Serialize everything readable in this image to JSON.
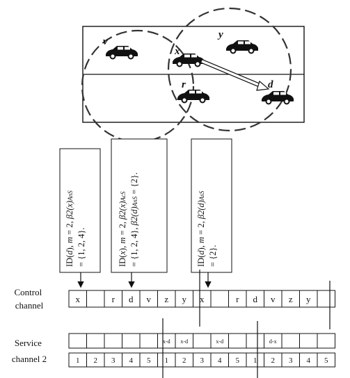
{
  "vehicles": [
    {
      "id": "v",
      "label": "v"
    },
    {
      "id": "x",
      "label": "x"
    },
    {
      "id": "y",
      "label": "y"
    },
    {
      "id": "r",
      "label": "r"
    },
    {
      "id": "d",
      "label": "d"
    }
  ],
  "notes": [
    {
      "id": "note1",
      "parts": [
        "ID(",
        "d",
        "), ",
        "m",
        " = 2, ",
        "β2(x)",
        "AnS",
        " = {1, 2, 4}."
      ]
    },
    {
      "id": "note2",
      "parts": [
        "ID(",
        "x",
        "), ",
        "m",
        " = 2, ",
        "β2(x)",
        "AcS",
        " = {1, 2, 4}, ",
        "β2(d)",
        "AnS",
        " = {2}."
      ]
    },
    {
      "id": "note3",
      "parts": [
        "ID(",
        "d",
        "), ",
        "m",
        " = 2, ",
        "β2(d)",
        "AsS",
        " = {2}."
      ]
    }
  ],
  "control_channel": {
    "label_line1": "Control",
    "label_line2": "channel",
    "cells": [
      "x",
      "",
      "r",
      "d",
      "v",
      "z",
      "y",
      "x",
      "",
      "r",
      "d",
      "v",
      "z",
      "y",
      ""
    ]
  },
  "service_channel": {
    "label_line1": "Service",
    "label_line2": "channel 2",
    "tags": [
      "",
      "",
      "",
      "",
      "",
      "x-d",
      "x-d",
      "",
      "x-d",
      "",
      "",
      "d-x",
      "",
      "",
      ""
    ],
    "slots": [
      "1",
      "2",
      "3",
      "4",
      "5",
      "1",
      "2",
      "3",
      "4",
      "5",
      "1",
      "2",
      "3",
      "4",
      "5"
    ]
  }
}
